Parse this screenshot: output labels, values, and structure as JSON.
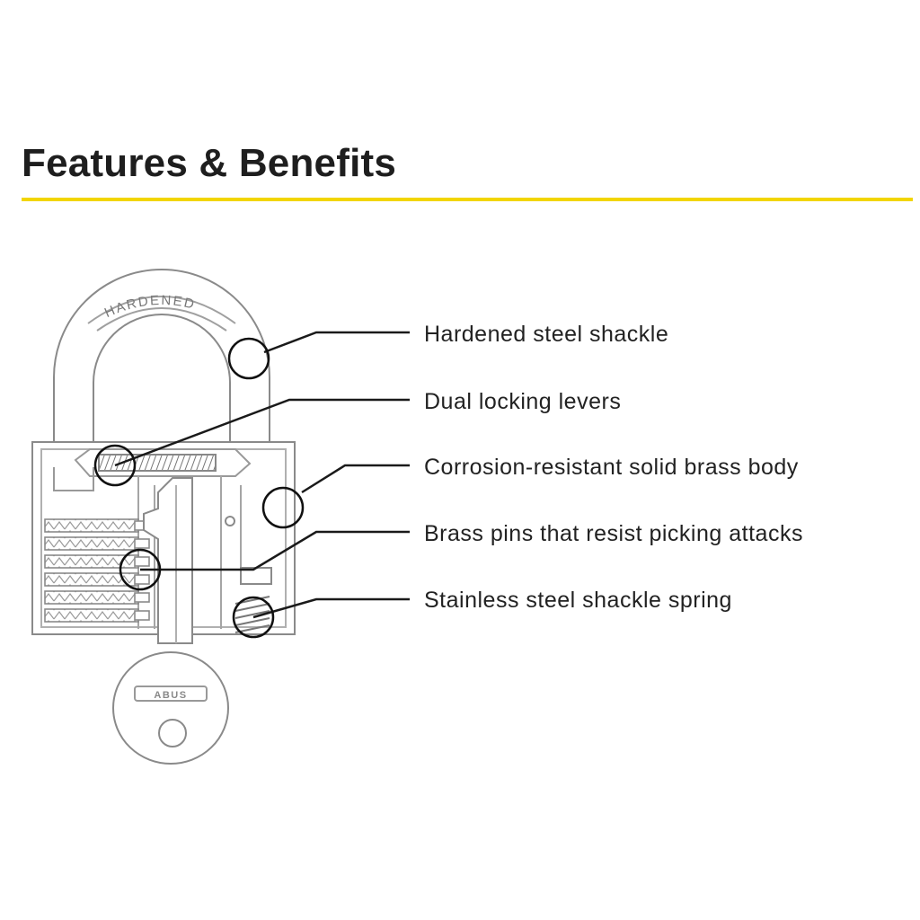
{
  "header": {
    "title": "Features & Benefits",
    "accent_color": "#f2d500"
  },
  "padlock": {
    "shackle_stamp": "HARDENED",
    "key_brand": "ABUS"
  },
  "callouts": [
    {
      "label": "Hardened steel shackle"
    },
    {
      "label": "Dual locking levers"
    },
    {
      "label": "Corrosion-resistant solid brass body"
    },
    {
      "label": "Brass pins that resist picking attacks"
    },
    {
      "label": "Stainless steel shackle spring"
    }
  ],
  "colors": {
    "line": "#1a1a1a",
    "outline": "#8a8a8a",
    "highlight_ring": "#111111"
  }
}
